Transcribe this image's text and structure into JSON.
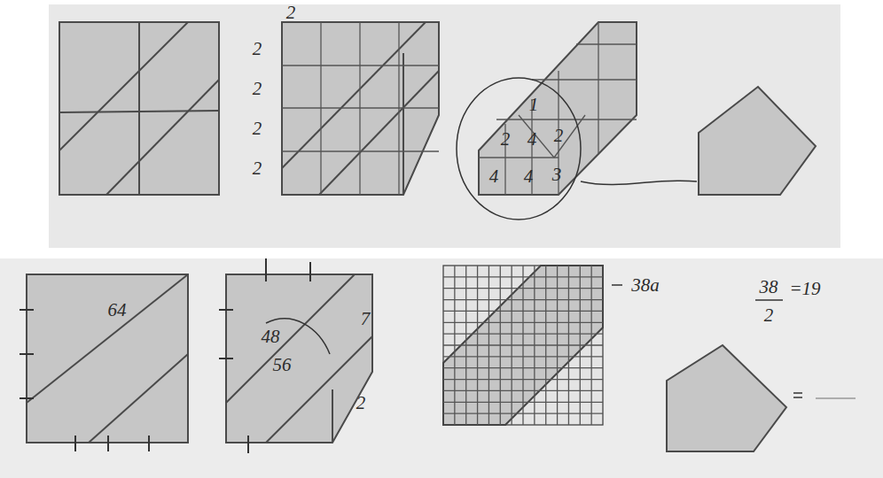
{
  "diagram": {
    "labels": [
      "2",
      "2",
      "2",
      "2",
      "2",
      "1",
      "2",
      "4",
      "2",
      "4",
      "4",
      "3",
      "64",
      "48",
      "56",
      "7",
      "2",
      "38a",
      "38",
      "2",
      "=19"
    ]
  }
}
